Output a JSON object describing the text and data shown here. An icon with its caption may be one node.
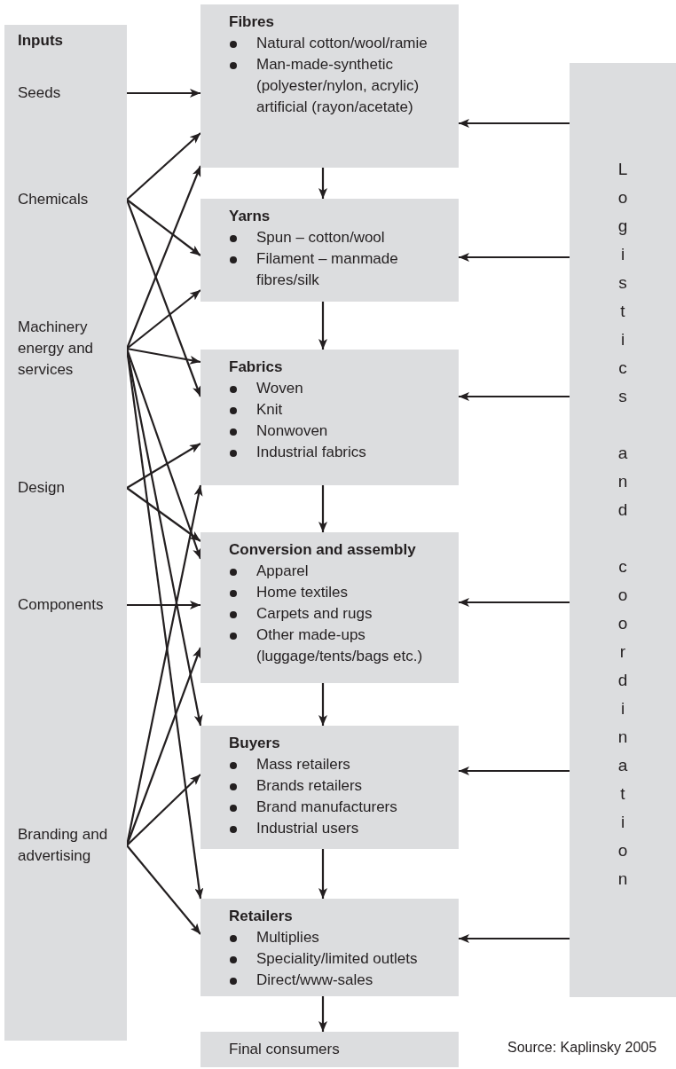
{
  "diagram": {
    "nodes": [
      {
        "text": [
          "Inputs"
        ]
      },
      {
        "text": [
          "Seeds"
        ],
        "in": 0
      },
      {
        "text": [
          "Chemicals"
        ],
        "in": 0
      },
      {
        "text": [
          "Machinery energy and services"
        ],
        "in": 0
      },
      {
        "text": [
          "Design"
        ],
        "in": 0
      },
      {
        "text": [
          "Components"
        ],
        "in": 0
      },
      {
        "text": [
          "Branding and advertising"
        ],
        "in": 0
      },
      {
        "text": [
          "Fibres",
          "Natural cotton/wool/ramie",
          "Man-made-synthetic (polyester/nylon, acrylic) artificial (rayon/acetate)"
        ]
      },
      {
        "text": [
          "Yarns",
          "Spun – cotton/wool",
          "Filament – manmade fibres/silk"
        ]
      },
      {
        "text": [
          "Fabrics",
          "Woven",
          "Knit",
          "Nonwoven",
          "Industrial fabrics"
        ]
      },
      {
        "text": [
          "Conversion and assembly",
          "Apparel",
          "Home textiles",
          "Carpets and rugs",
          "Other made-ups (luggage/tents/bags etc.)"
        ]
      },
      {
        "text": [
          "Buyers",
          "Mass retailers",
          "Brands retailers",
          "Brand manufacturers",
          "Industrial users"
        ]
      },
      {
        "text": [
          "Retailers",
          "Multiplies",
          "Speciality/limited outlets",
          "Direct/www-sales"
        ]
      },
      {
        "text": [
          "Final consumers"
        ]
      },
      {
        "text": [
          "Logistics and coordination"
        ]
      }
    ],
    "edges": [
      {
        "from": 1,
        "to": 7,
        "arrow": "to"
      },
      {
        "from": 2,
        "to": 7,
        "arrow": "to"
      },
      {
        "from": 2,
        "to": 8,
        "arrow": "to"
      },
      {
        "from": 2,
        "to": 9,
        "arrow": "to"
      },
      {
        "from": 3,
        "to": 7,
        "arrow": "to"
      },
      {
        "from": 3,
        "to": 8,
        "arrow": "to"
      },
      {
        "from": 3,
        "to": 9,
        "arrow": "to"
      },
      {
        "from": 3,
        "to": 10,
        "arrow": "to"
      },
      {
        "from": 3,
        "to": 11,
        "arrow": "to"
      },
      {
        "from": 3,
        "to": 12,
        "arrow": "to"
      },
      {
        "from": 4,
        "to": 9,
        "arrow": "to"
      },
      {
        "from": 4,
        "to": 10,
        "arrow": "to"
      },
      {
        "from": 5,
        "to": 10,
        "arrow": "to"
      },
      {
        "from": 6,
        "to": 9,
        "arrow": "to"
      },
      {
        "from": 6,
        "to": 10,
        "arrow": "to"
      },
      {
        "from": 6,
        "to": 11,
        "arrow": "to"
      },
      {
        "from": 6,
        "to": 12,
        "arrow": "to"
      },
      {
        "from": 7,
        "to": 8,
        "arrow": "to"
      },
      {
        "from": 8,
        "to": 9,
        "arrow": "to"
      },
      {
        "from": 9,
        "to": 10,
        "arrow": "to"
      },
      {
        "from": 10,
        "to": 11,
        "arrow": "to"
      },
      {
        "from": 11,
        "to": 12,
        "arrow": "to"
      },
      {
        "from": 12,
        "to": 13,
        "arrow": "to"
      },
      {
        "from": 14,
        "to": 7,
        "arrow": "to"
      },
      {
        "from": 14,
        "to": 8,
        "arrow": "to"
      },
      {
        "from": 14,
        "to": 9,
        "arrow": "to"
      },
      {
        "from": 14,
        "to": 10,
        "arrow": "to"
      },
      {
        "from": 14,
        "to": 11,
        "arrow": "to"
      },
      {
        "from": 14,
        "to": 12,
        "arrow": "to"
      }
    ],
    "labels": [
      "Source: Kaplinsky 2005"
    ]
  }
}
